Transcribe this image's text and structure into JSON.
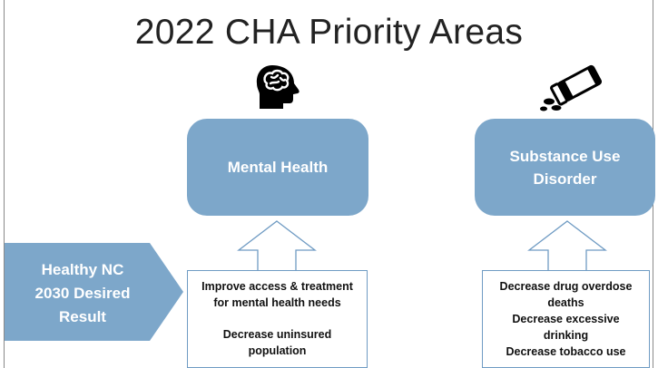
{
  "title": "2022 CHA Priority Areas",
  "colors": {
    "box_fill": "#7da7ca",
    "outline": "#6f9bc3",
    "text_dark": "#111111"
  },
  "side_arrow": {
    "label": "Healthy NC\n2030 Desired\nResult"
  },
  "priorities": [
    {
      "label": "Mental Health",
      "icon": "head-brain-icon",
      "results": [
        "Improve access & treatment\nfor mental health needs",
        "Decrease uninsured\npopulation"
      ]
    },
    {
      "label": "Substance Use\nDisorder",
      "icon": "pill-bottle-icon",
      "results": [
        "Decrease drug overdose\ndeaths",
        "Decrease excessive\ndrinking",
        "Decrease tobacco use"
      ]
    }
  ]
}
